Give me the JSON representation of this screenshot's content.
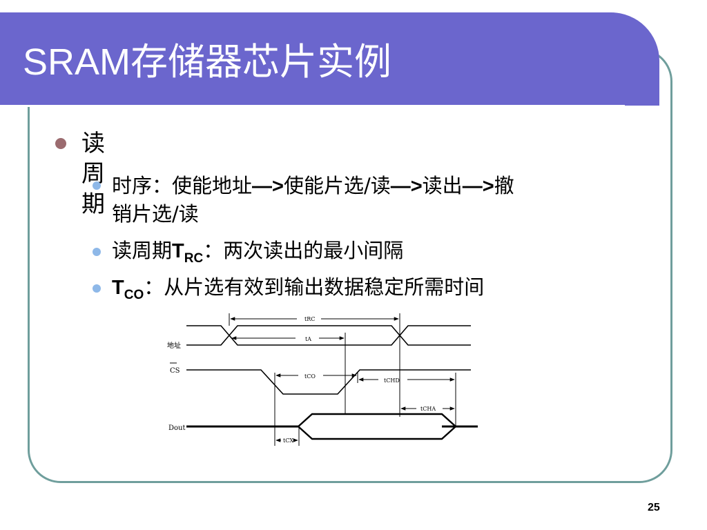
{
  "slide": {
    "title": "SRAM存储器芯片实例",
    "page_number": "25"
  },
  "bullets": {
    "level1": "读周期",
    "item1_line1_a": "时序：使能地址",
    "item1_line1_b": "—>",
    "item1_line1_c": "使能片选/读",
    "item1_line1_d": "—>",
    "item1_line1_e": "读出",
    "item1_line1_f": "—>",
    "item1_line1_g": "撤",
    "item1_line2": "销片选/读",
    "item2_a": "读周期",
    "item2_t": "T",
    "item2_sub": "RC",
    "item2_b": "：两次读出的最小间隔",
    "item3_t": "T",
    "item3_sub": "CO",
    "item3_b": "：从片选有效到输出数据稳定所需时间"
  },
  "diagram": {
    "signal_address": "地址",
    "signal_cs": "CS",
    "signal_dout": "Dout",
    "label_trc": "tRC",
    "label_ta": "tA",
    "label_tco": "tCO",
    "label_tchd": "tCHD",
    "label_tcha": "tCHA",
    "label_tcx": "tCX"
  },
  "colors": {
    "title_bar": "#6b66cd",
    "frame_border": "#6f9e9c",
    "bullet_level1": "#9b6b6f",
    "bullet_level2": "#8eb8e8"
  }
}
